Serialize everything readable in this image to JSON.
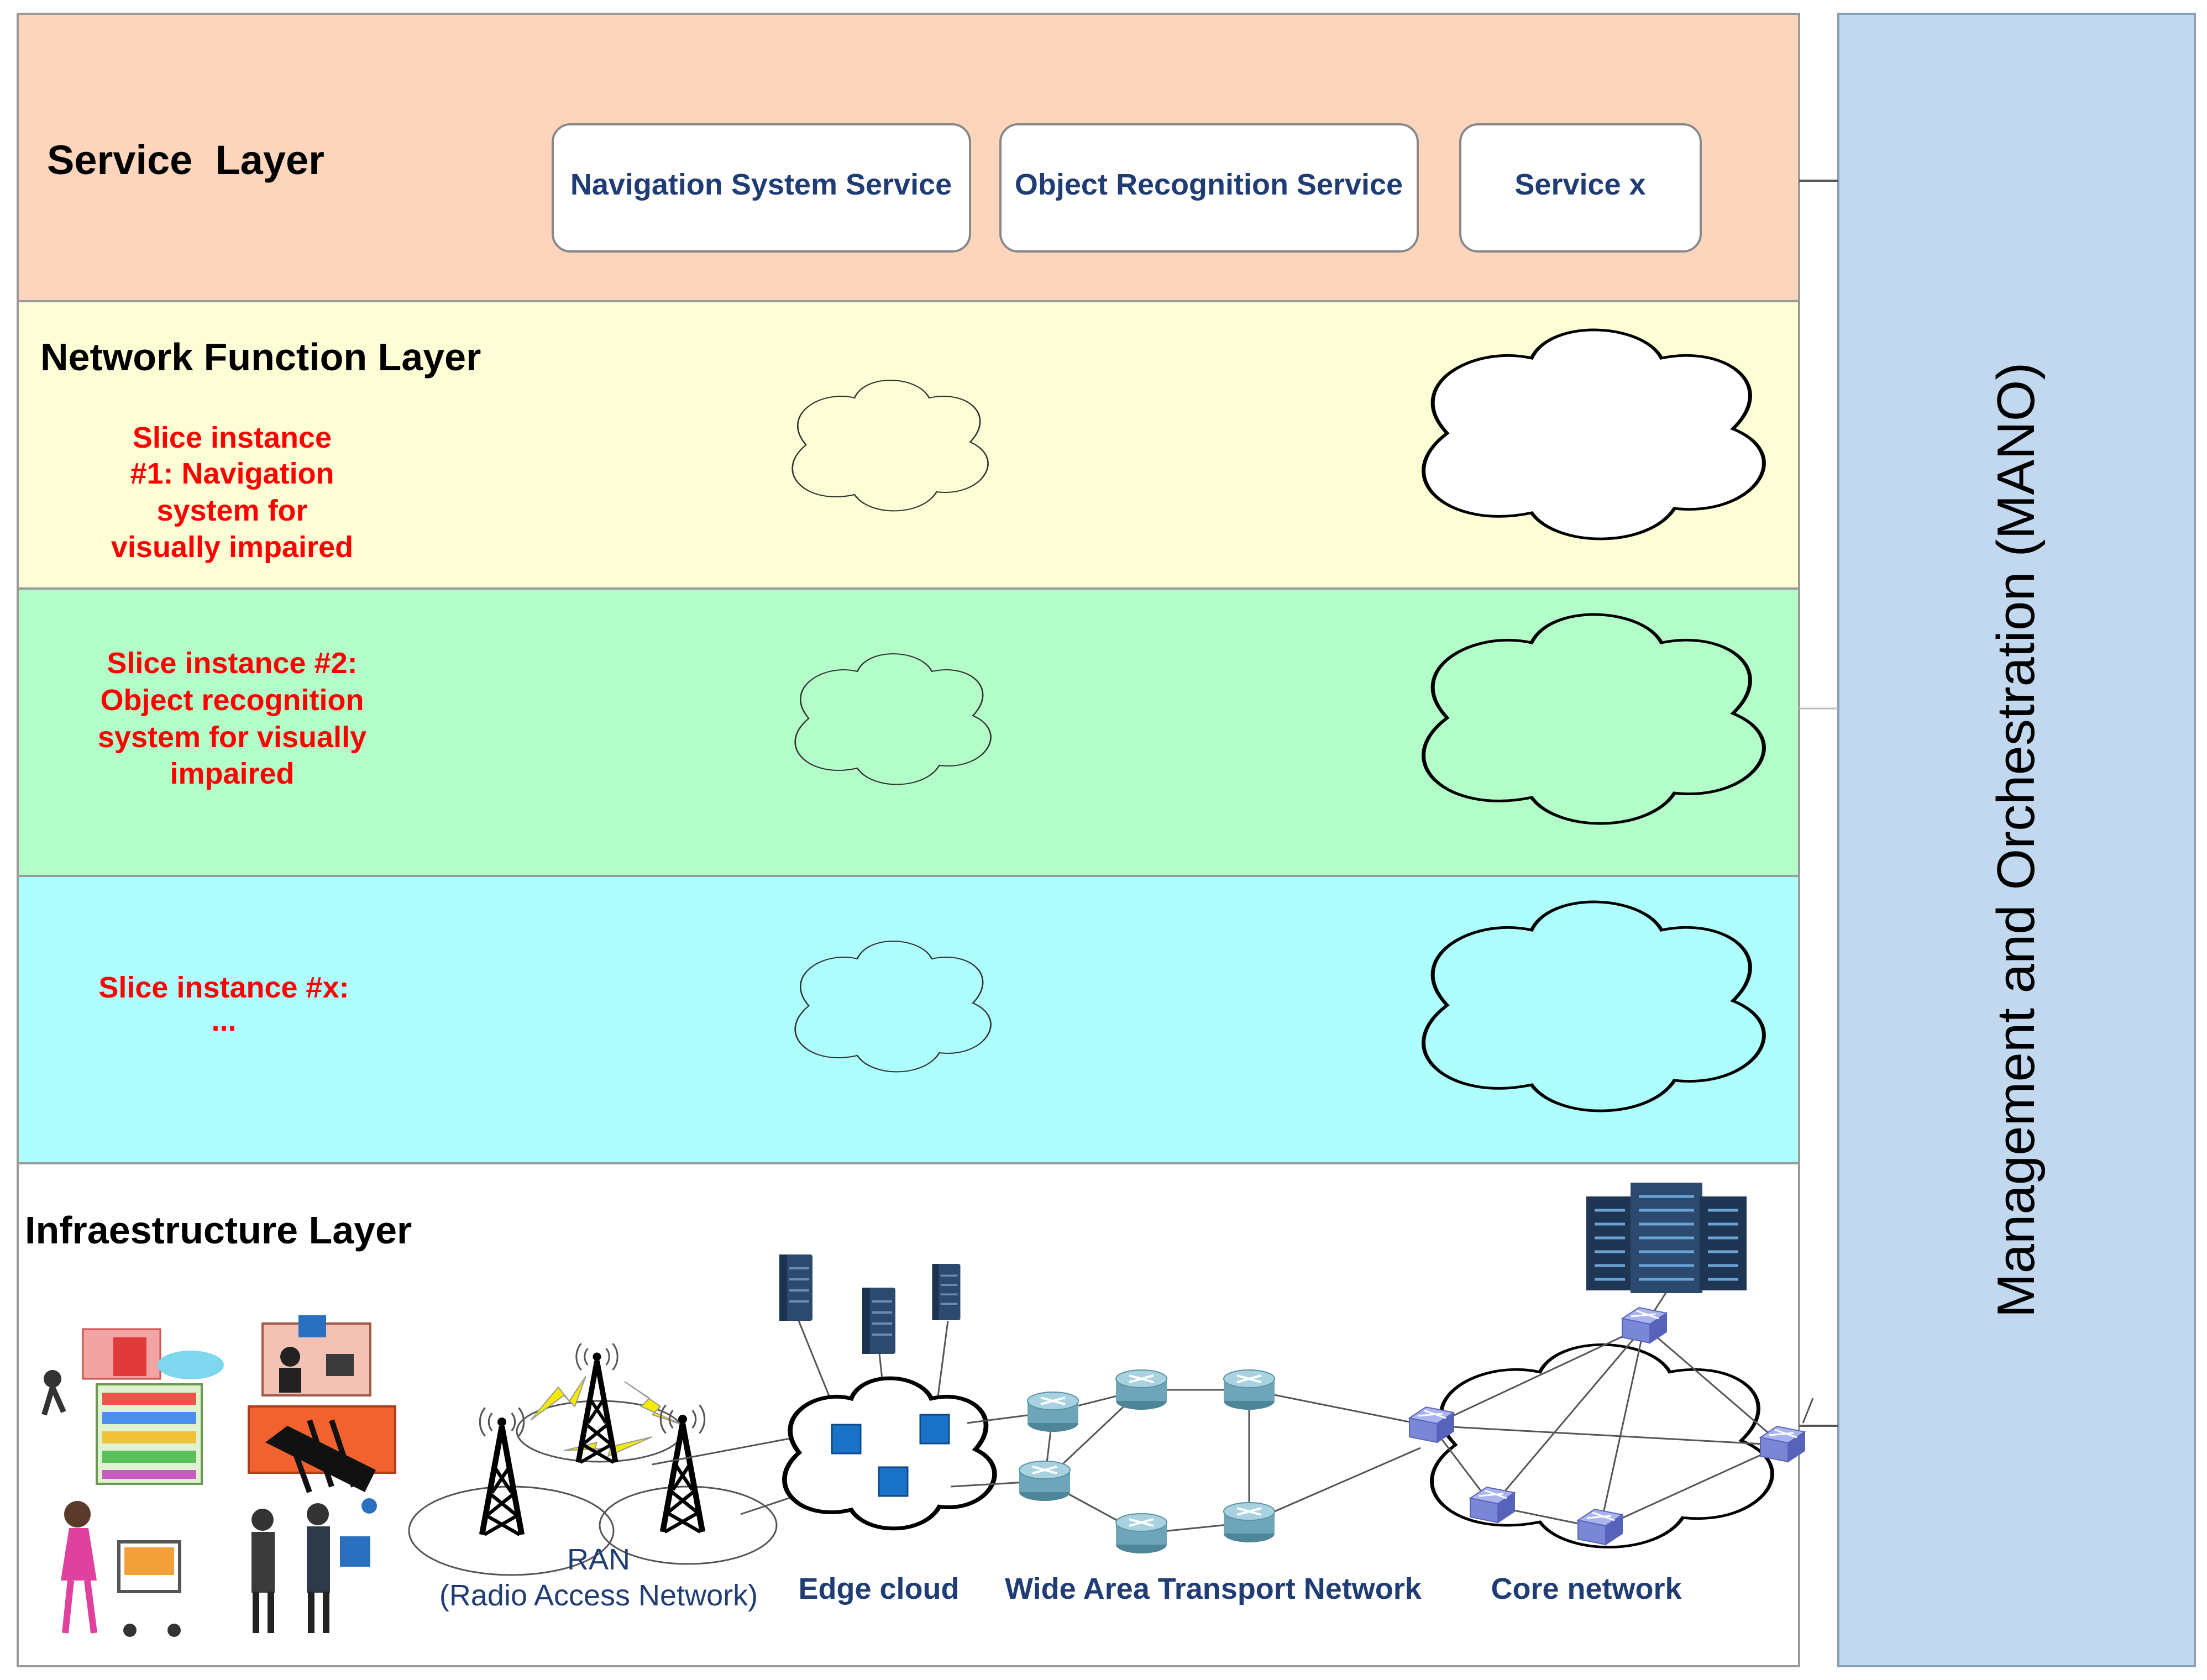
{
  "service_layer": {
    "title": "Service  Layer",
    "services": [
      "Navigation System Service",
      "Object Recognition Service",
      "Service x"
    ]
  },
  "network_function_layer": {
    "title": "Network Function Layer",
    "slices": [
      {
        "lines": [
          "Slice instance",
          "#1: Navigation",
          "system for",
          "visually impaired"
        ]
      },
      {
        "lines": [
          "Slice instance #2:",
          "Object recognition",
          "system for visually",
          "impaired"
        ]
      },
      {
        "lines": [
          "Slice instance #x:",
          "..."
        ]
      }
    ]
  },
  "infrastructure_layer": {
    "title": "Infraestructure Layer",
    "ran_label_1": "RAN",
    "ran_label_2": "(Radio Access Network)",
    "edge_label": "Edge cloud",
    "transport_label": "Wide Area Transport Network",
    "core_label": "Core network"
  },
  "mano": {
    "label": "Management and Orchestration (MANO)"
  },
  "colors": {
    "service": "#fcd5bc",
    "network_function": "#fdfed5",
    "slice2": "#b3fdc9",
    "slicex": "#aefefe",
    "mano": "#c2d8ef",
    "slice_text": "#ff0000",
    "service_text": "#1f3c75",
    "server": "#2c4a6e",
    "router": "#6fa5b8",
    "switch": "#7a86d6",
    "edge_node": "#1a73c7"
  }
}
